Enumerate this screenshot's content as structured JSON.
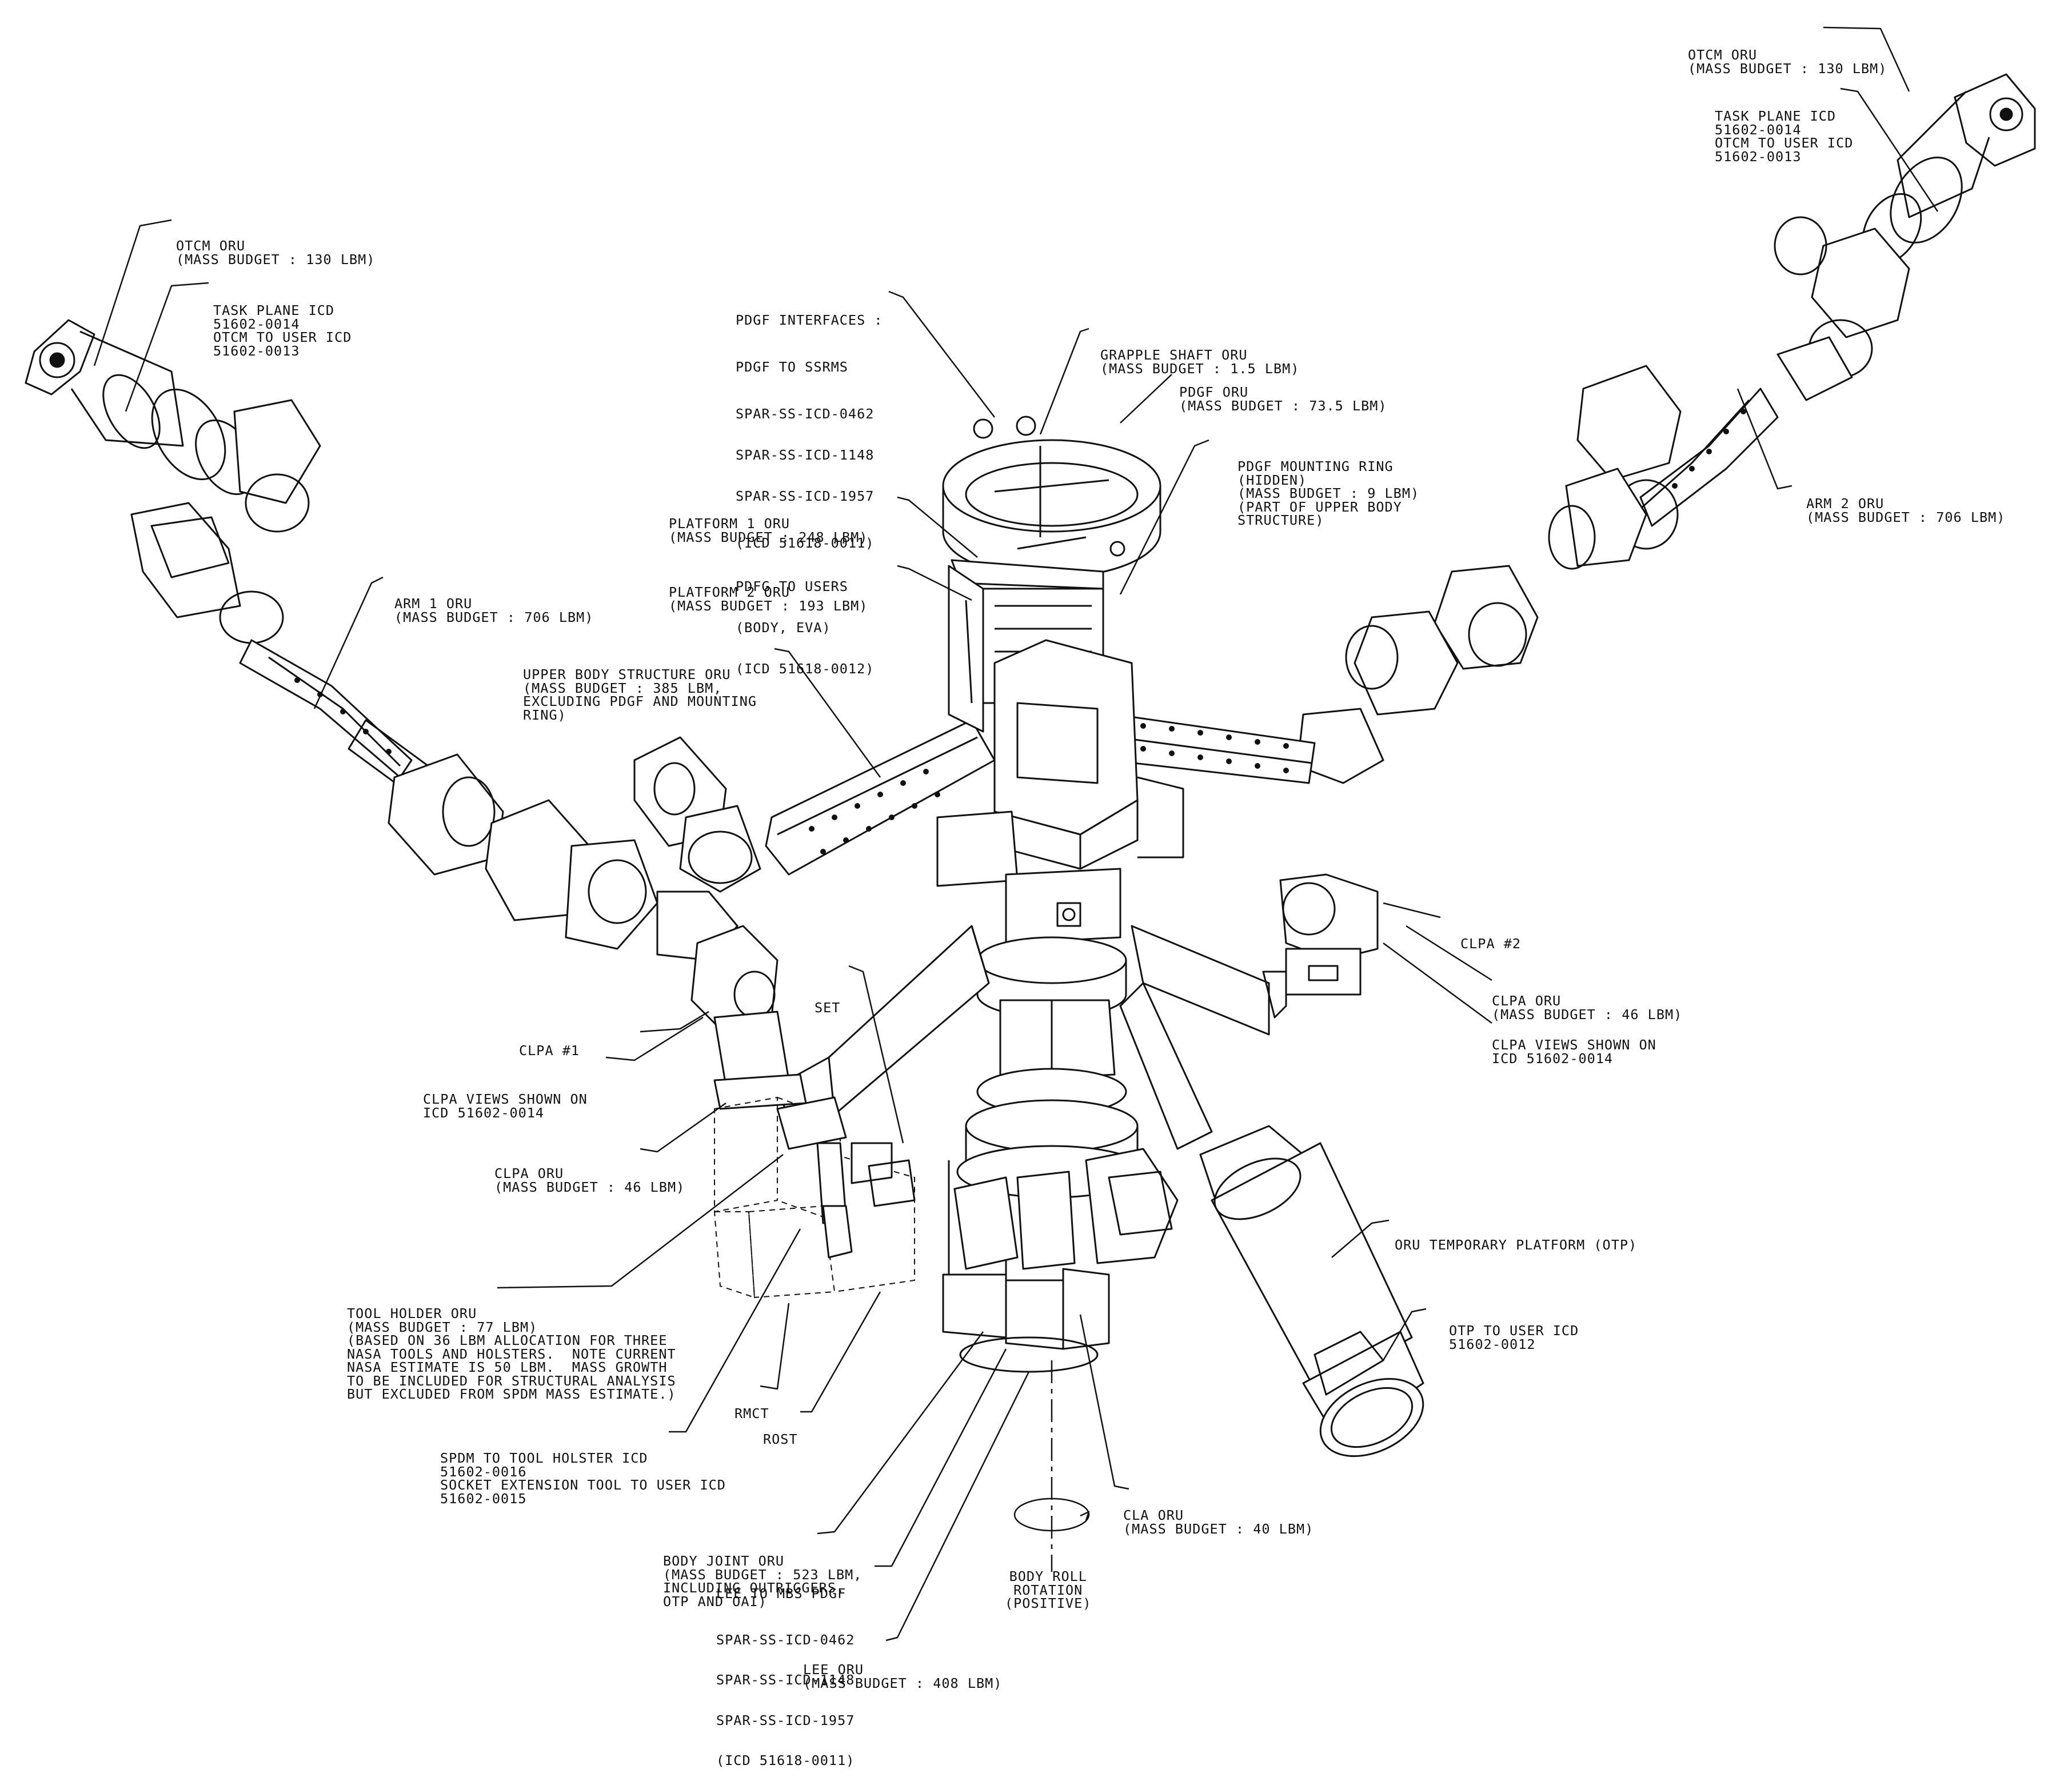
{
  "colors": {
    "ink": "#111111",
    "paper": "#ffffff"
  },
  "labels": {
    "otcm_left": [
      "OTCM ORU",
      "(MASS BUDGET : 130 LBM)"
    ],
    "task_left": [
      "TASK PLANE ICD",
      "51602-0014",
      "OTCM TO USER ICD",
      "51602-0013"
    ],
    "arm1": [
      "ARM 1 ORU",
      "(MASS BUDGET : 706 LBM)"
    ],
    "pdgf_if": [
      "PDGF INTERFACES :",
      "PDGF TO SSRMS",
      "SPAR-SS-ICD-0462",
      "SPAR-SS-ICD-1148",
      "SPAR-SS-ICD-1957",
      "(ICD 51618-0011)",
      "PDFG TO USERS",
      "(BODY, EVA)",
      "(ICD 51618-0012)"
    ],
    "grapple": [
      "GRAPPLE SHAFT ORU",
      "(MASS BUDGET : 1.5 LBM)"
    ],
    "pdgf_oru": [
      "PDGF ORU",
      "(MASS BUDGET : 73.5 LBM)"
    ],
    "pdgf_ring": [
      "PDGF MOUNTING RING",
      "(HIDDEN)",
      "(MASS BUDGET : 9 LBM)",
      "(PART OF UPPER BODY",
      "STRUCTURE)"
    ],
    "platform1": [
      "PLATFORM 1 ORU",
      "(MASS BUDGET : 248 LBM)"
    ],
    "platform2": [
      "PLATFORM 2 ORU",
      "(MASS BUDGET : 193 LBM)"
    ],
    "upper_body": [
      "UPPER BODY STRUCTURE ORU",
      "(MASS BUDGET : 385 LBM,",
      "EXCLUDING PDGF AND MOUNTING",
      "RING)"
    ],
    "otcm_right": [
      "OTCM ORU",
      "(MASS BUDGET : 130 LBM)"
    ],
    "task_right": [
      "TASK PLANE ICD",
      "51602-0014",
      "OTCM TO USER ICD",
      "51602-0013"
    ],
    "arm2": [
      "ARM 2 ORU",
      "(MASS BUDGET : 706 LBM)"
    ],
    "clpa2": [
      "CLPA #2"
    ],
    "clpa_oru_right": [
      "CLPA ORU",
      "(MASS BUDGET : 46 LBM)"
    ],
    "clpa_views_right": [
      "CLPA VIEWS SHOWN ON",
      "ICD 51602-0014"
    ],
    "set": [
      "SET"
    ],
    "clpa1": [
      "CLPA #1"
    ],
    "clpa_views_left": [
      "CLPA VIEWS SHOWN ON",
      "ICD 51602-0014"
    ],
    "clpa_oru_left": [
      "CLPA ORU",
      "(MASS BUDGET : 46 LBM)"
    ],
    "otp": [
      "ORU TEMPORARY PLATFORM (OTP)"
    ],
    "otp_icd": [
      "OTP TO USER ICD",
      "51602-0012"
    ],
    "tool_holder": [
      "TOOL HOLDER ORU",
      "(MASS BUDGET : 77 LBM)",
      "(BASED ON 36 LBM ALLOCATION FOR THREE",
      "NASA TOOLS AND HOLSTERS.  NOTE CURRENT",
      "NASA ESTIMATE IS 50 LBM.  MASS GROWTH",
      "TO BE INCLUDED FOR STRUCTURAL ANALYSIS",
      "BUT EXCLUDED FROM SPDM MASS ESTIMATE.)"
    ],
    "rmct": [
      "RMCT"
    ],
    "rost": [
      "ROST"
    ],
    "spdm_tool": [
      "SPDM TO TOOL HOLSTER ICD",
      "51602-0016",
      "SOCKET EXTENSION TOOL TO USER ICD",
      "51602-0015"
    ],
    "body_joint": [
      "BODY JOINT ORU",
      "(MASS BUDGET : 523 LBM,",
      "INCLUDING OUTRIGGERS,",
      "OTP AND OAI)"
    ],
    "lee_mbs": [
      "LEE TO MBS PDGF",
      "SPAR-SS-ICD-0462",
      "SPAR-SS-ICD-1148",
      "SPAR-SS-ICD-1957",
      "(ICD 51618-0011)"
    ],
    "lee_oru": [
      "LEE ORU",
      "(MASS BUDGET : 408 LBM)"
    ],
    "cla_oru": [
      "CLA ORU",
      "(MASS BUDGET : 40 LBM)"
    ],
    "body_roll": [
      "BODY ROLL",
      "ROTATION",
      "(POSITIVE)"
    ]
  }
}
